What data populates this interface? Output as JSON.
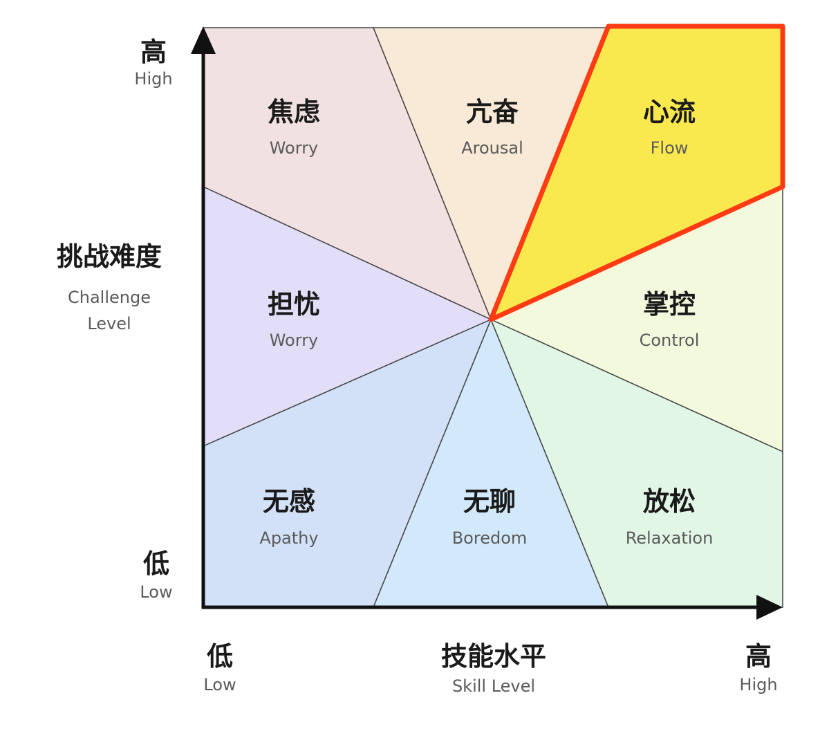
{
  "axes": {
    "y": {
      "title_zh": "挑战难度",
      "title_en_line1": "Challenge",
      "title_en_line2": "Level",
      "high_zh": "高",
      "high_en": "High",
      "low_zh": "低",
      "low_en": "Low"
    },
    "x": {
      "title_zh": "技能水平",
      "title_en": "Skill Level",
      "low_zh": "低",
      "low_en": "Low",
      "high_zh": "高",
      "high_en": "High"
    }
  },
  "regions": {
    "worry_top": {
      "zh": "焦虑",
      "en": "Worry",
      "color": "#f2e1e1"
    },
    "arousal": {
      "zh": "亢奋",
      "en": "Arousal",
      "color": "#f8ead6"
    },
    "flow": {
      "zh": "心流",
      "en": "Flow",
      "color": "#f9e94f",
      "outline": "#ff3b14"
    },
    "worry_mid": {
      "zh": "担忧",
      "en": "Worry",
      "color": "#e3def8"
    },
    "control": {
      "zh": "掌控",
      "en": "Control",
      "color": "#f3f9dd"
    },
    "apathy": {
      "zh": "无感",
      "en": "Apathy",
      "color": "#d3e1f8"
    },
    "boredom": {
      "zh": "无聊",
      "en": "Boredom",
      "color": "#d2e9fb"
    },
    "relaxation": {
      "zh": "放松",
      "en": "Relaxation",
      "color": "#e2f6e6"
    }
  }
}
